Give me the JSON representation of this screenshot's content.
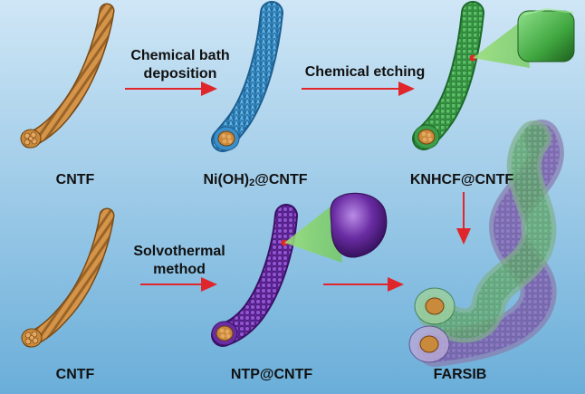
{
  "colors": {
    "background_top": "#cfe6f6",
    "background_bottom": "#6aaed9",
    "arrow": "#e0262b",
    "cntf": "#c98a3c",
    "nioh2": "#4a9fd6",
    "knhcf": "#3c9e4a",
    "ntp": "#7b3bb5",
    "cube": "#3fa63f",
    "sphere": "#6a2ca3"
  },
  "labels": {
    "cntf_top": "CNTF",
    "nioh2_prefix": "Ni(OH)",
    "nioh2_sub": "2",
    "nioh2_suffix": "@CNTF",
    "knhcf": "KNHCF@CNTF",
    "cntf_bottom": "CNTF",
    "ntp": "NTP@CNTF",
    "farsib": "FARSIB"
  },
  "steps": {
    "chemical_bath_line1": "Chemical bath",
    "chemical_bath_line2": "deposition",
    "chemical_etching": "Chemical etching",
    "solvothermal_line1": "Solvothermal",
    "solvothermal_line2": "method"
  }
}
